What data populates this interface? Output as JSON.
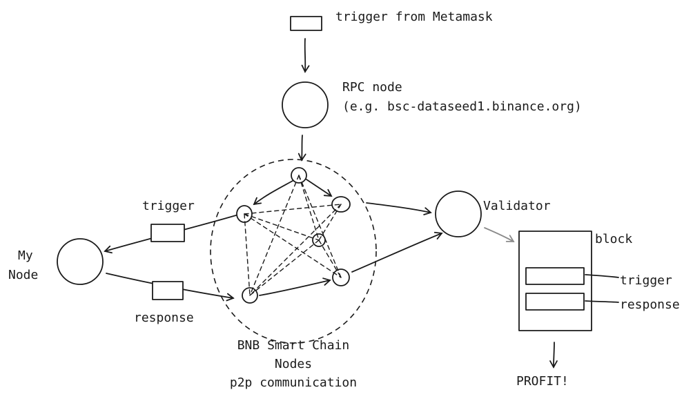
{
  "labels": {
    "trigger_from_metamask": "trigger from Metamask",
    "rpc_node_title": "RPC node",
    "rpc_node_example": "(e.g. bsc-dataseed1.binance.org)",
    "validator": "Validator",
    "block": "block",
    "my_node_line1": "My",
    "my_node_line2": "Node",
    "trigger_left": "trigger",
    "response_left": "response",
    "trigger_block": "trigger",
    "response_block": "response",
    "bsc_nodes_line1": "BNB Smart Chain",
    "bsc_nodes_line2": "Nodes",
    "bsc_nodes_line3": "p2p communication",
    "profit": "PROFIT!"
  }
}
